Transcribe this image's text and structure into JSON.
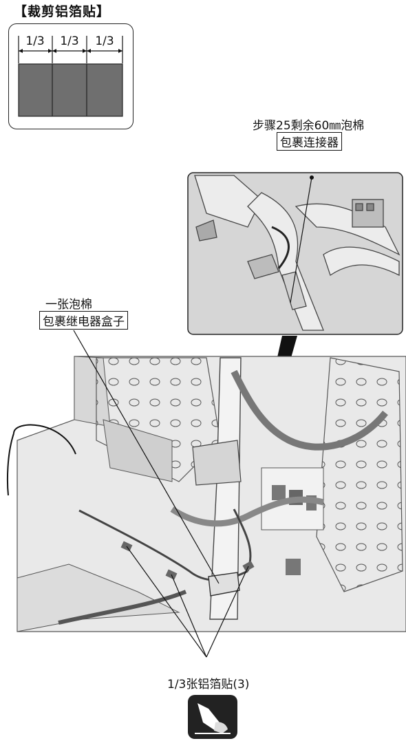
{
  "title": "【裁剪铝箔贴】",
  "cut_guide": {
    "fractions": [
      "1/3",
      "1/3",
      "1/3"
    ]
  },
  "callout_connector": {
    "line1": "步骤25剩余60㎜泡棉",
    "line2": "包裹连接器"
  },
  "callout_relay": {
    "line1": "一张泡棉",
    "line2": "包裹继电器盒子"
  },
  "callout_foil": {
    "text": "1/3张铝箔贴(3)"
  },
  "icons": {
    "hand": "hand-press-icon"
  }
}
